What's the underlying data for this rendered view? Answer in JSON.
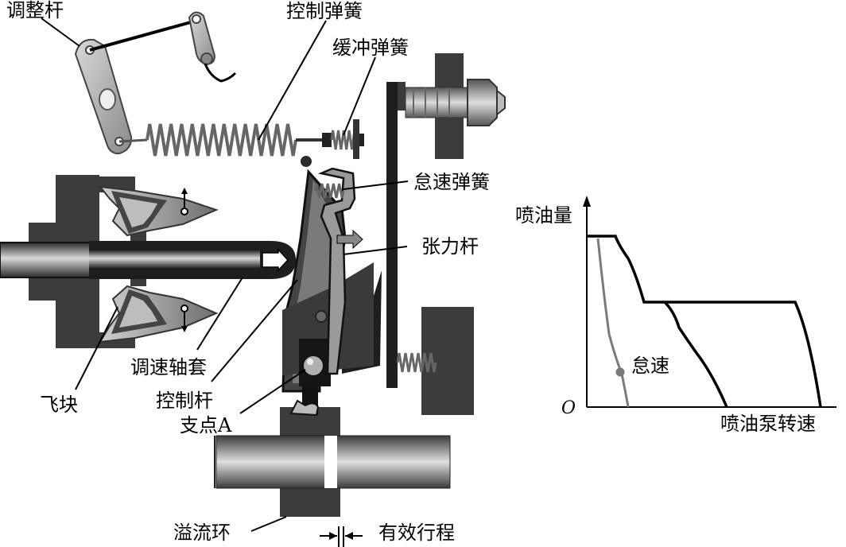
{
  "labels": {
    "adjust_lever": "调整杆",
    "control_spring": "控制弹簧",
    "buffer_spring": "缓冲弹簧",
    "idle_spring": "怠速弹簧",
    "tension_lever": "张力杆",
    "governor_sleeve": "调速轴套",
    "flyweight": "飞块",
    "control_lever": "控制杆",
    "pivot_a": "支点A",
    "spill_ring": "溢流环",
    "effective_stroke": "有效行程"
  },
  "graph": {
    "y_label": "喷油量",
    "x_label": "喷油泵转速",
    "origin": "O",
    "idle_label": "怠速"
  },
  "colors": {
    "dark_metal": "#3c3c3c",
    "mid_gray": "#8c8c8c",
    "light_gray": "#c8c8c8",
    "black": "#000000",
    "white": "#ffffff"
  }
}
